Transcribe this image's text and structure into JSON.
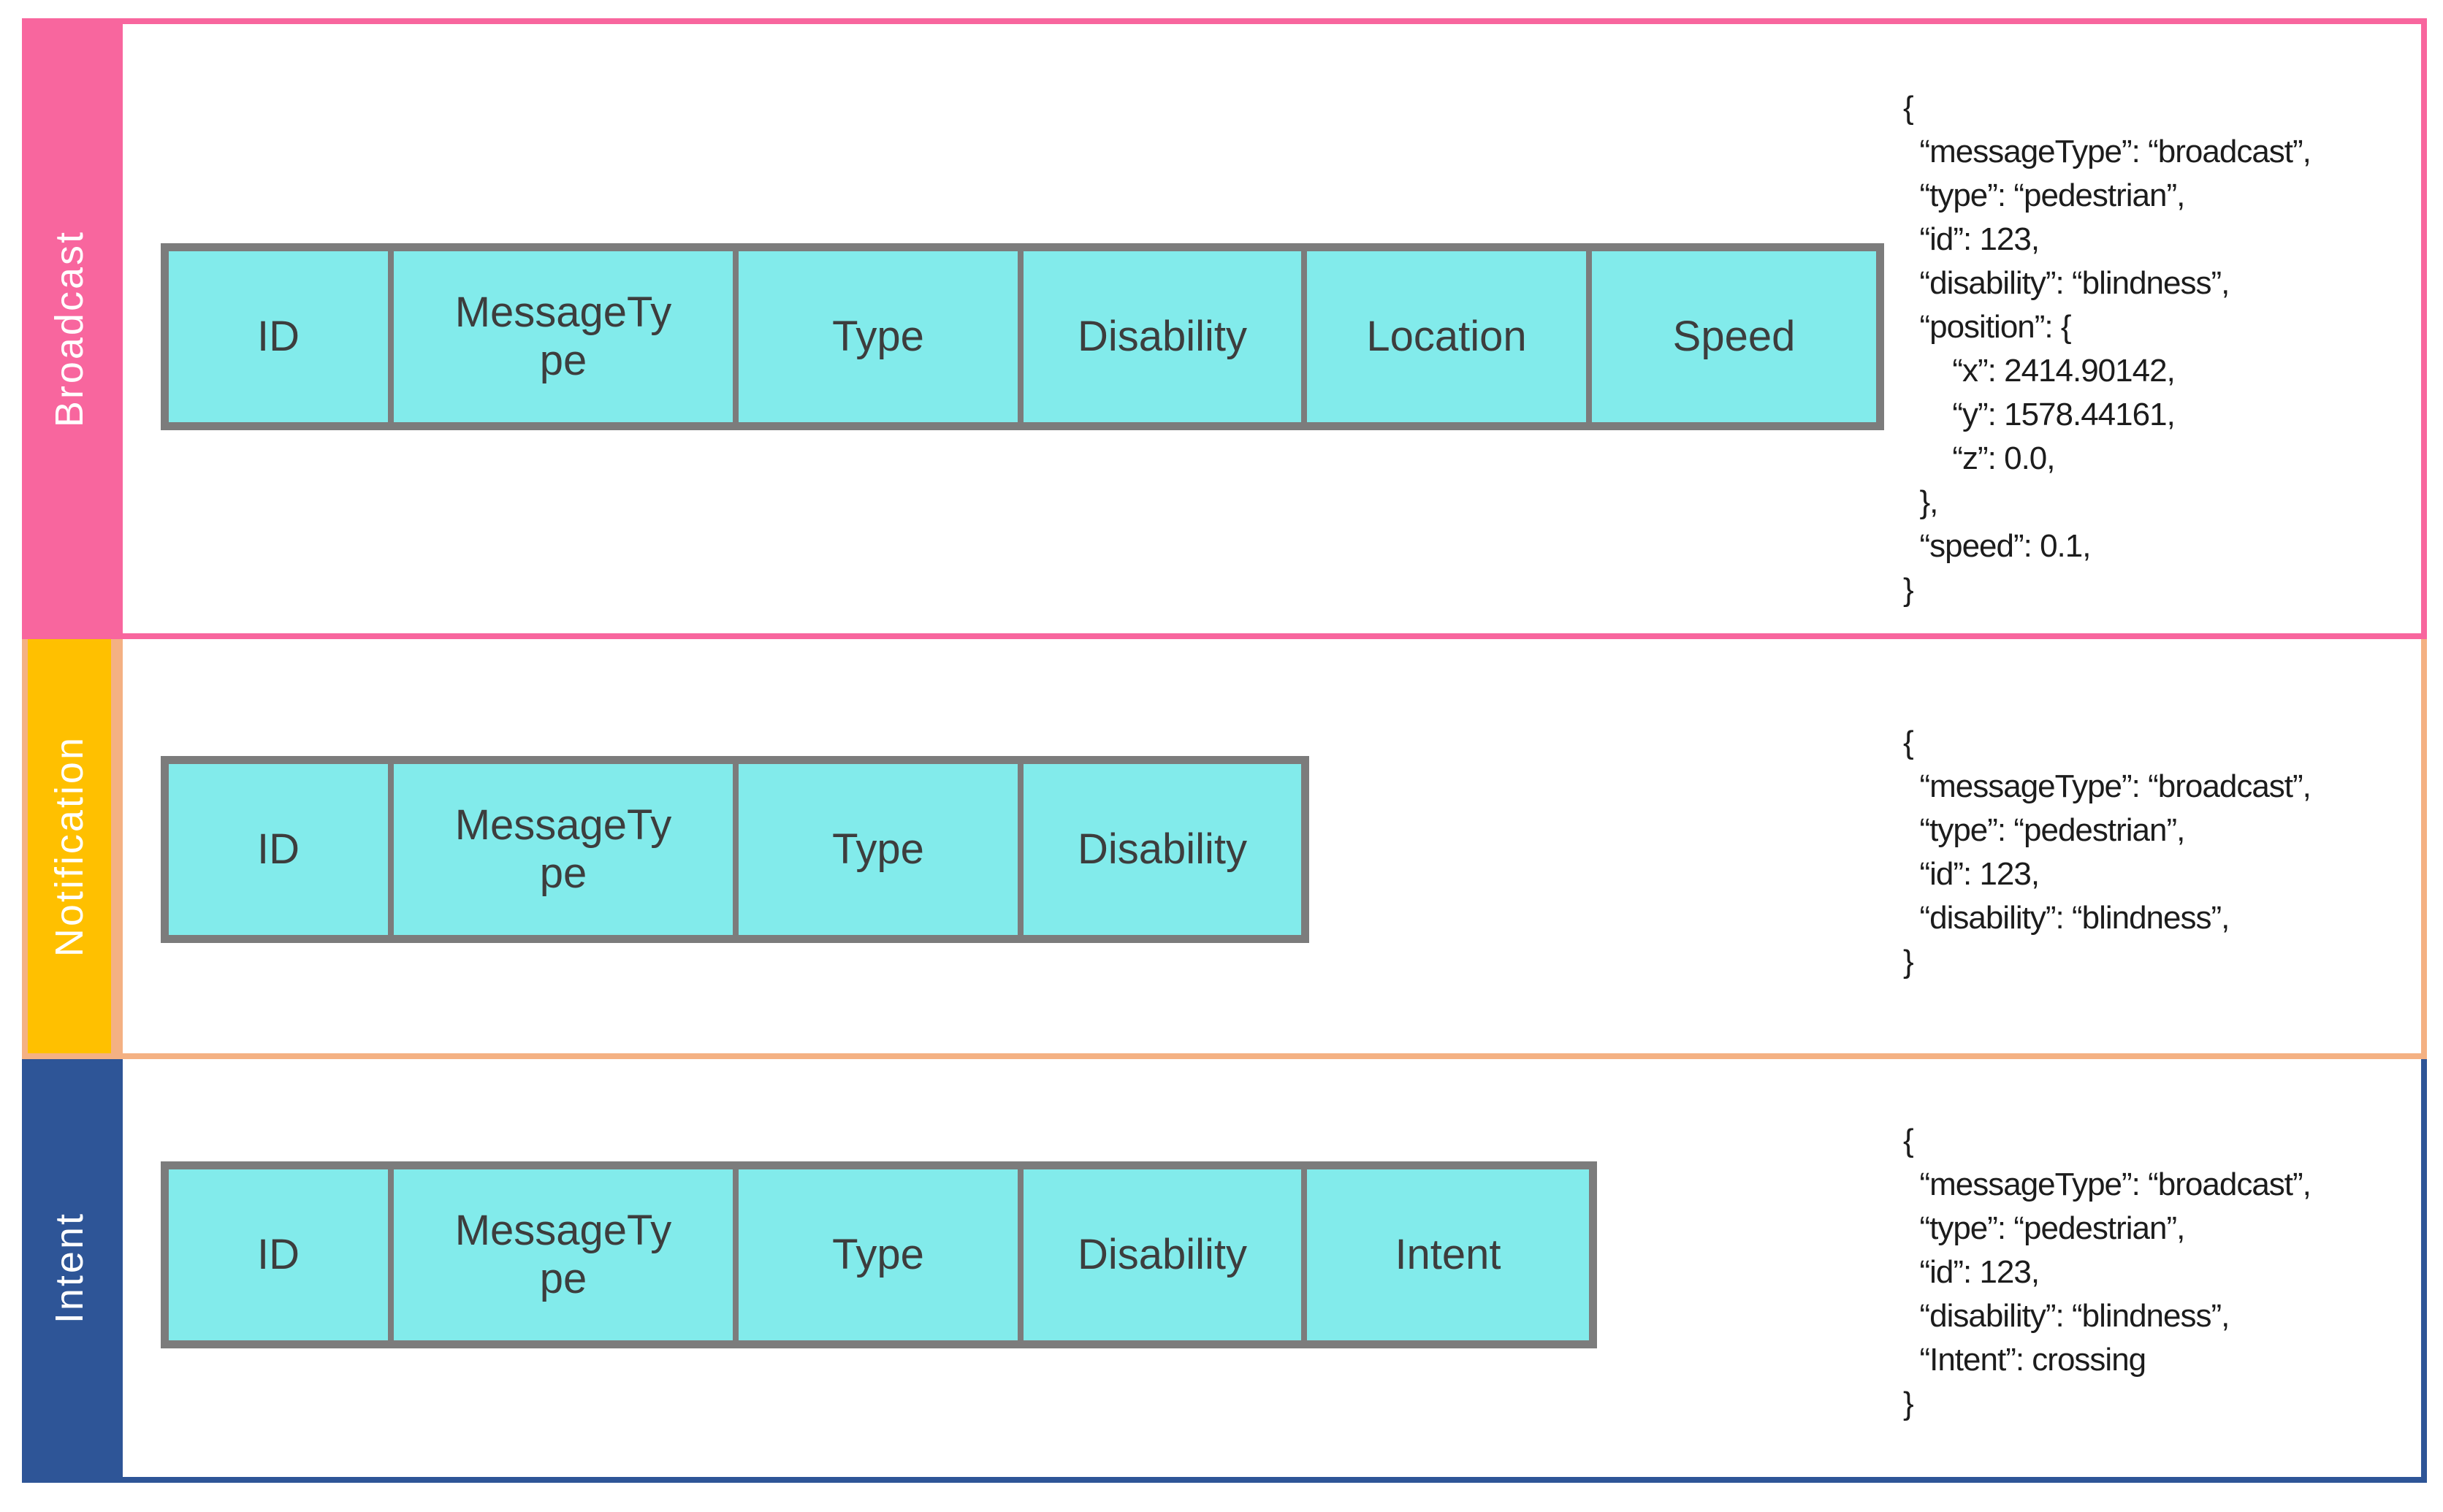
{
  "figure": {
    "background": "#ffffff",
    "description_labels": [
      "Broadcast",
      "Notification",
      "Intent"
    ]
  },
  "colors": {
    "cell_fill": "#82EBEB",
    "cell_border": "#7C7C7C",
    "cell_text": "#3D3D3D",
    "code_text": "#1C1C1C",
    "label_text": "#FFFFFF"
  },
  "sections": [
    {
      "label": "Broadcast",
      "accent": "#F8669E",
      "sidebar_fill": "#F8669E",
      "sidebar_border": "#F8669E",
      "fields": [
        "ID",
        "MessageType",
        "Type",
        "Disability",
        "Location",
        "Speed"
      ],
      "code": [
        "{",
        "  “messageType”: “broadcast”,",
        "  “type”: “pedestrian”,",
        "  “id”: 123,",
        "  “disability”: “blindness”,",
        "  “position”: {",
        "      “x”: 2414.90142,",
        "      “y”: 1578.44161,",
        "      “z”: 0.0,",
        "  },",
        "  “speed”: 0.1,",
        "}"
      ]
    },
    {
      "label": "Notification",
      "accent": "#F4B183",
      "sidebar_fill": "#FFC000",
      "sidebar_border": "#F4B183",
      "fields": [
        "ID",
        "MessageType",
        "Type",
        "Disability"
      ],
      "code": [
        "{",
        "  “messageType”: “broadcast”,",
        "  “type”: “pedestrian”,",
        "  “id”: 123,",
        "  “disability”: “blindness”,",
        "}"
      ]
    },
    {
      "label": "Intent",
      "accent": "#2E5597",
      "sidebar_fill": "#2E5597",
      "sidebar_border": "#2E5597",
      "fields": [
        "ID",
        "MessageType",
        "Type",
        "Disability",
        "Intent"
      ],
      "code": [
        "{",
        "  “messageType”: “broadcast”,",
        "  “type”: “pedestrian”,",
        "  “id”: 123,",
        "  “disability”: “blindness”,",
        "  “Intent”: crossing",
        "}"
      ]
    }
  ]
}
